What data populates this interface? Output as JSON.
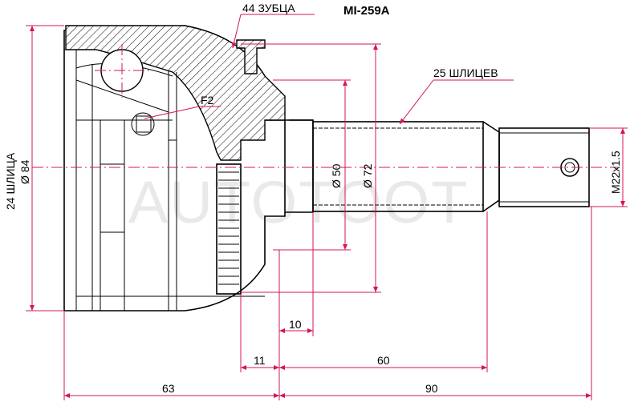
{
  "title": "MI-259A",
  "watermark": "AUTOTOOT",
  "labels": {
    "teeth": "44 ЗУБЦА",
    "outer_splines": "25 ШЛИЦЕВ",
    "inner_splines": "24 ШЛИЦА",
    "inner_diameter": "Ø 84",
    "diameter_50": "Ø 50",
    "diameter_72": "Ø 72",
    "thread": "M22x1.5",
    "feature": "F2"
  },
  "dimensions": {
    "d10": "10",
    "d11": "11",
    "d60": "60",
    "d63": "63",
    "d90": "90"
  },
  "colors": {
    "dimension_lines": "#d4145a",
    "outline": "#000000",
    "watermark": "#e9e9e9"
  }
}
